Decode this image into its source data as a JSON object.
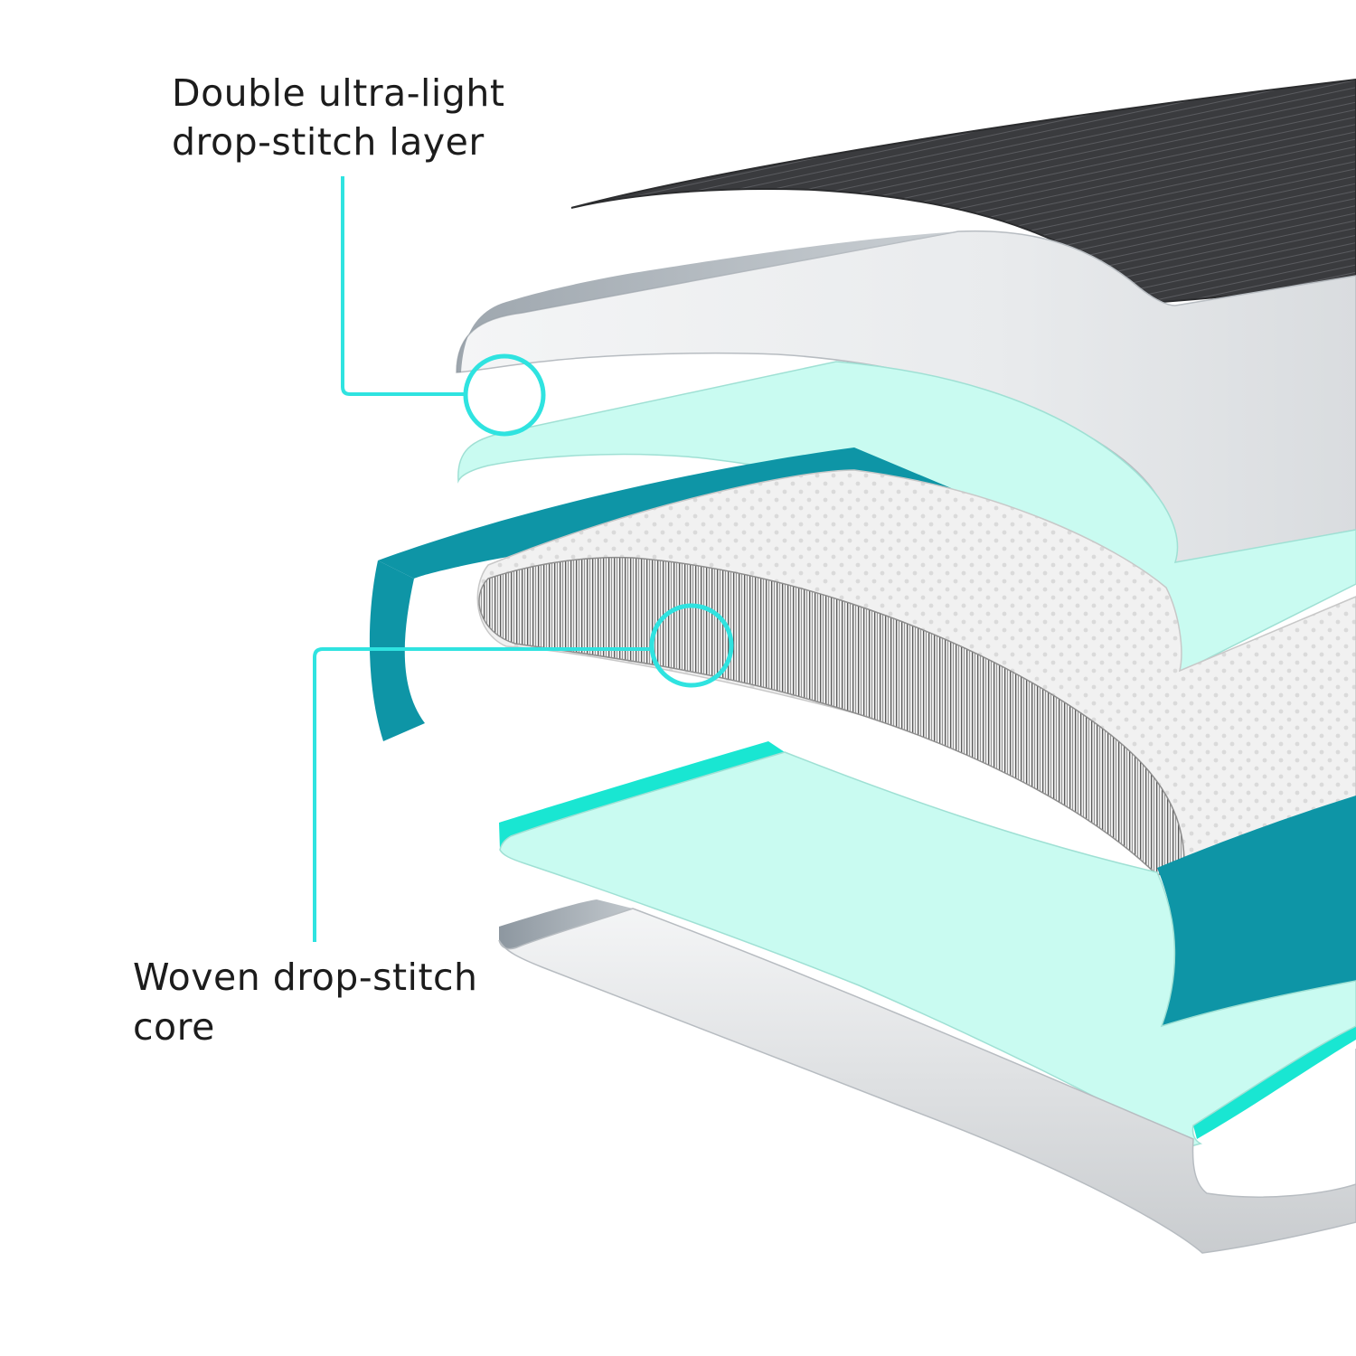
{
  "callouts": {
    "top": {
      "line1": "Double ultra-light",
      "line2": "drop-stitch layer"
    },
    "bottom": {
      "line1": "Woven drop-stitch",
      "line2": "core"
    }
  },
  "colors": {
    "accent_cyan": "#2fe3e0",
    "deck_pad_dark": "#3a3b3e",
    "pvc_grey_light": "#ebedef",
    "pvc_grey_edge": "#9aa4ad",
    "mint_layer": "#c9fbf1",
    "teal_rail": "#0e95a6",
    "bright_cyan_strip": "#19e6d2",
    "core_fill": "#f1f1f1"
  }
}
